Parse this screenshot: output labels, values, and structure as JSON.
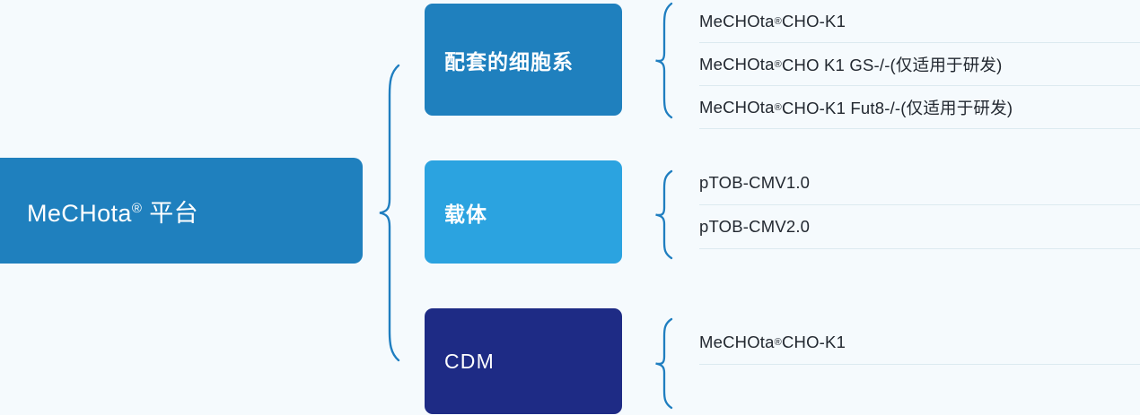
{
  "diagram": {
    "title": "MeCHota® 平台",
    "title_main": "MeCHota",
    "title_sup": "®",
    "title_tail": " 平台",
    "colors": {
      "background": "#f5fafd",
      "root_box": "#1f80be",
      "category_cell_lines": "#1f80be",
      "category_vector": "#2ba3e0",
      "category_cdm": "#1e2b85",
      "brace_stroke": "#1f7ec0",
      "separator": "#dceaf0",
      "item_text": "#222830",
      "box_text": "#ffffff"
    },
    "root_brace": "left-brace-icon",
    "categories": [
      {
        "label": "配套的细胞系",
        "brace": "brace-icon",
        "items": [
          {
            "main": "MeCHOta",
            "sup": "®",
            "tail": " CHO-K1"
          },
          {
            "main": "MeCHOta",
            "sup": "®",
            "tail": " CHO K1 GS-/-(仅适用于研发)"
          },
          {
            "main": "MeCHOta",
            "sup": "®",
            "tail": " CHO-K1 Fut8-/-(仅适用于研发)"
          }
        ]
      },
      {
        "label": "载体",
        "brace": "brace-icon",
        "items": [
          {
            "main": "pTOB-CMV1.0",
            "sup": "",
            "tail": ""
          },
          {
            "main": "pTOB-CMV2.0",
            "sup": "",
            "tail": ""
          }
        ]
      },
      {
        "label": "CDM",
        "brace": "brace-icon",
        "items": [
          {
            "main": "MeCHOta",
            "sup": "®",
            "tail": " CHO-K1"
          }
        ]
      }
    ]
  }
}
